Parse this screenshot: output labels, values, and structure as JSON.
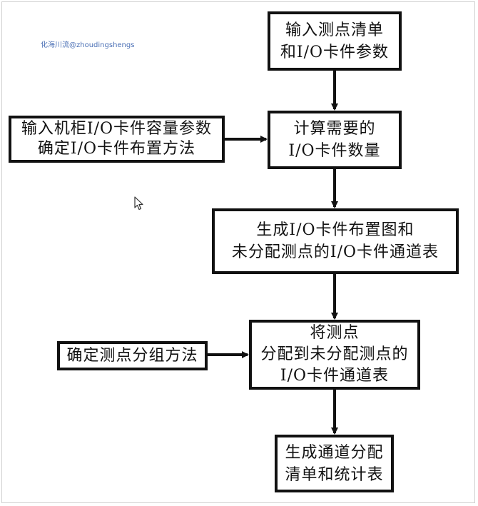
{
  "watermark": "化海川流@zhoudingshengs",
  "nodes": {
    "input_points": {
      "lines": [
        "输入测点清单",
        "和I/O卡件参数"
      ]
    },
    "calc_cards": {
      "lines": [
        "计算需要的",
        "I/O卡件数量"
      ]
    },
    "gen_layout": {
      "lines": [
        "生成I/O卡件布置图和",
        "未分配测点的I/O卡件通道表"
      ]
    },
    "assign_points": {
      "lines": [
        "将测点",
        "分配到未分配测点的",
        "I/O卡件通道表"
      ]
    },
    "gen_list": {
      "lines": [
        "生成通道分配",
        "清单和统计表"
      ]
    },
    "side_cabinet": {
      "lines": [
        "输入机柜I/O卡件容量参数",
        "确定I/O卡件布置方法"
      ]
    },
    "side_grouping": {
      "lines": [
        "确定测点分组方法"
      ]
    }
  },
  "colors": {
    "stroke": "#111111",
    "background": "#ffffff",
    "watermark": "#4a6fb5"
  }
}
